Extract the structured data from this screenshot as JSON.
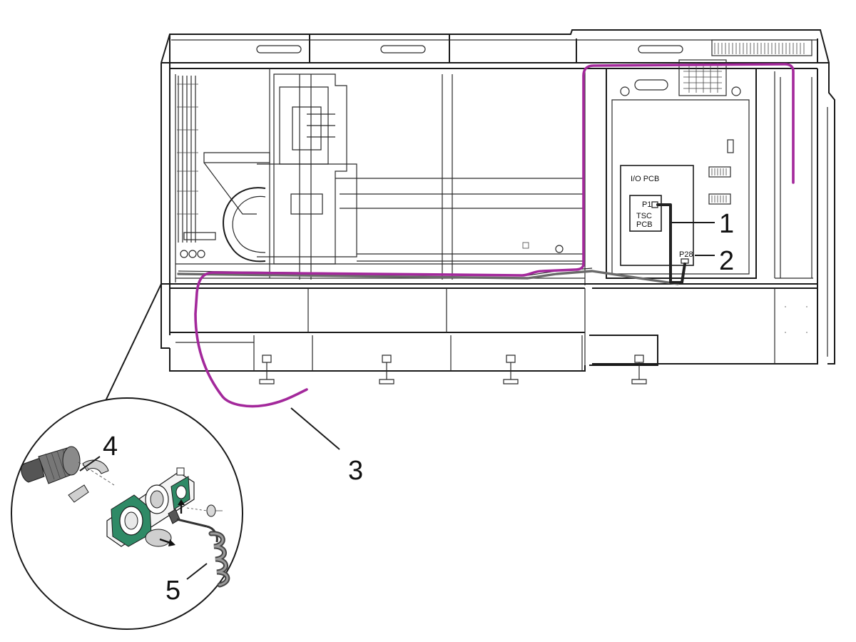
{
  "labels": {
    "io_pcb": "I/O PCB",
    "p1": "P1",
    "tsc": "TSC",
    "pcb": "PCB",
    "p28": "P28"
  },
  "callouts": [
    "1",
    "2",
    "3",
    "4",
    "5"
  ],
  "colors": {
    "cable": "#a3289b",
    "green_panel": "#2f8a66"
  }
}
